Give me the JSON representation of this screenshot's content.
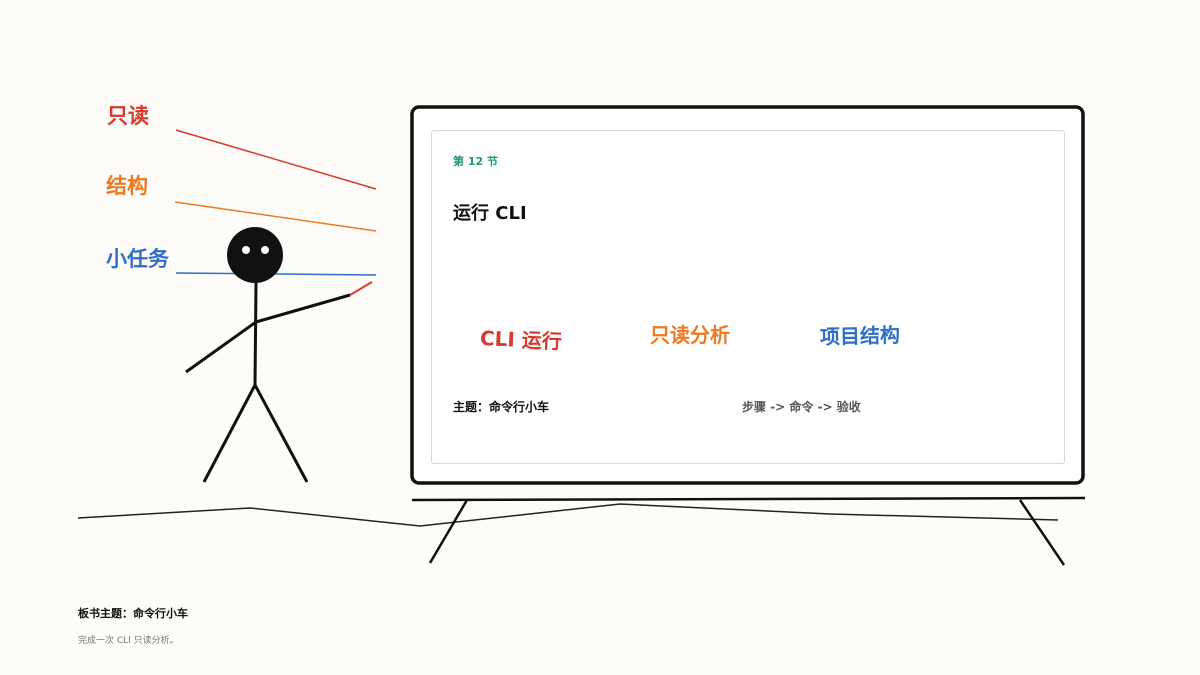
{
  "side_labels": {
    "readonly": "只读",
    "structure": "结构",
    "small_task": "小任务"
  },
  "screen": {
    "section": "第 12 节",
    "title": "运行 CLI",
    "keywords": {
      "cli_run": "CLI 运行",
      "readonly_analysis": "只读分析",
      "project_structure": "项目结构"
    },
    "topic": "主题：命令行小车",
    "flow": "步骤 -> 命令 -> 验收"
  },
  "footer": {
    "title": "板书主题：命令行小车",
    "description": "完成一次 CLI 只读分析。"
  },
  "colors": {
    "red": "#d83a2c",
    "orange": "#ec7a24",
    "blue": "#2f6fca",
    "green": "#1c9c6a",
    "background": "#fdfcf8"
  }
}
